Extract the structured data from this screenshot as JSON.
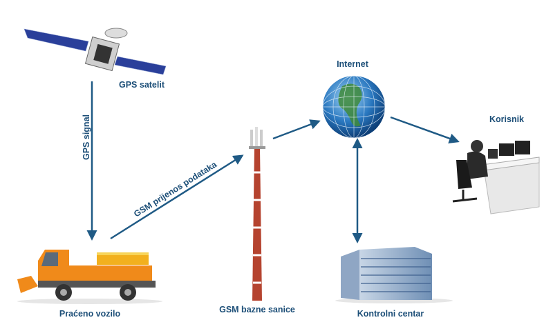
{
  "labels": {
    "gps_satellite": "GPS satelit",
    "gps_signal": "GPS signal",
    "gsm_transfer": "GSM prijenos podataka",
    "internet": "Internet",
    "user": "Korisnik",
    "vehicle": "Praćeno vozilo",
    "gsm_station": "GSM bazne sanice",
    "control_center": "Kontrolni centar"
  },
  "colors": {
    "arrow": "#1f5a85",
    "text": "#1d4f78",
    "truck": "#f08a1a",
    "tower_red": "#b5432f"
  }
}
